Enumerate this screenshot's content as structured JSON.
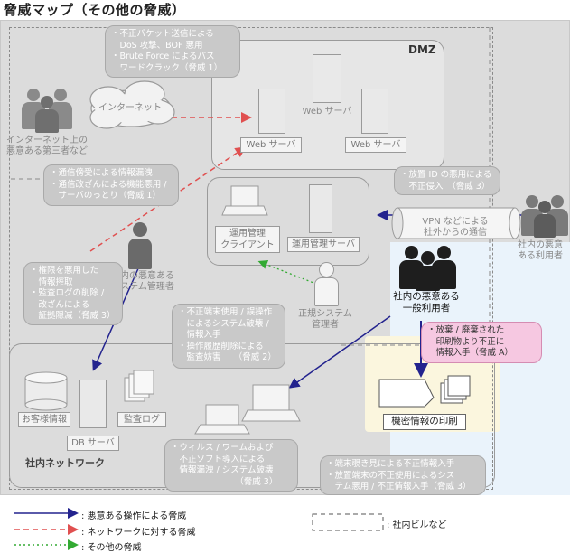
{
  "title": "脅威マップ（その他の脅威）",
  "zones": {
    "dmz": "DMZ",
    "internal_network": "社内ネットワーク"
  },
  "nodes": {
    "internet": "インターネット",
    "internet_attacker": [
      "インターネット上の",
      "悪意ある第三者など"
    ],
    "web_server_dmz_top": "Web サーバ",
    "web_server_left": "Web サーバ",
    "web_server_right": "Web サーバ",
    "ops_client": [
      "運用管理",
      "クライアント"
    ],
    "ops_server": "運用管理サーバ",
    "malicious_admin": [
      "社内の悪意ある",
      "システム管理者"
    ],
    "legit_admin": [
      "正規システム",
      "管理者"
    ],
    "malicious_user": [
      "社内の悪意ある",
      "一般利用者"
    ],
    "malicious_remote_user": [
      "社内の悪意",
      "ある利用者"
    ],
    "vpn": [
      "VPN などによる",
      "社外からの通信"
    ],
    "customer_info": "お客様情報",
    "db_server": "DB サーバ",
    "audit_log": "監査ログ",
    "confidential_print": "機密情報の印刷"
  },
  "callouts": {
    "c1": [
      "・不正パケット送信による",
      "　DoS 攻撃、BOF 悪用",
      "・Brute Force によるパス",
      "　ワードクラック（脅威 1）"
    ],
    "c2": [
      "・通信傍受による情報漏洩",
      "・通信改ざんによる機能悪用 /",
      "　サーバのっとり（脅威 1）"
    ],
    "c3": [
      "・放置 ID の悪用による",
      "　不正侵入　（脅威 3）"
    ],
    "c4": [
      "・権限を悪用した",
      "　情報搾取",
      "・監査ログの削除 /",
      "　改ざんによる",
      "　証拠隠滅（脅威 3）"
    ],
    "c5": [
      "・不正端末使用 / 誤操作",
      "　によるシステム破壊 /",
      "　情報入手",
      "・操作履歴削除による",
      "　監査妨害　　（脅威 2）"
    ],
    "c6": [
      "・放棄 / 廃棄された",
      "　印刷物より不正に",
      "　情報入手（脅威 A）"
    ],
    "c7": [
      "・ウィルス / ワームおよび",
      "　不正ソフト導入による",
      "　情報漏洩 / システム破壊",
      "　　　　　　　　（脅威 3）"
    ],
    "c8": [
      "・端末覗き見による不正情報入手",
      "・放置端末の不正使用によるシス",
      "　テム悪用 / 不正情報入手（脅威 3）"
    ]
  },
  "legend": {
    "blue": ": 悪意ある操作による脅威",
    "red": ": ネットワークに対する脅威",
    "green": ": その他の脅威",
    "dashed_box": ": 社内ビルなど"
  },
  "colors": {
    "blue_arrow": "#23238e",
    "red_arrow": "#e05050",
    "green_arrow": "#33aa33",
    "highlight_callout": "#f6c8e1",
    "person": "#1e1e1e"
  }
}
